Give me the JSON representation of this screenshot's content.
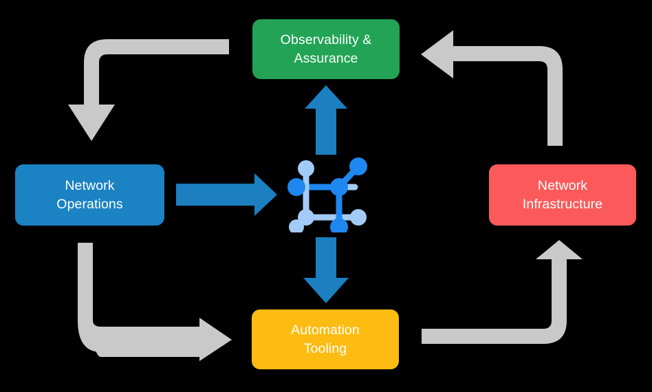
{
  "diagram": {
    "title": "Network automation lifecycle cycle diagram",
    "background_color": "#000000",
    "nodes": [
      {
        "id": "observability",
        "label": "Observability &\nAssurance",
        "color": "#22A355",
        "text_color": "#FFFFFF",
        "position": "top"
      },
      {
        "id": "network-operations",
        "label": "Network\nOperations",
        "color": "#1B82C4",
        "text_color": "#FFFFFF",
        "position": "left"
      },
      {
        "id": "network-infrastructure",
        "label": "Network\nInfrastructure",
        "color": "#FC5A5A",
        "text_color": "#FFFFFF",
        "position": "right"
      },
      {
        "id": "automation-tooling",
        "label": "Automation\nTooling",
        "color": "#FDBC11",
        "text_color": "#FFFFFF",
        "position": "bottom"
      }
    ],
    "center_icon": {
      "name": "network-topology-icon",
      "dark_color": "#1E88F0",
      "light_color": "#A3CBF7"
    },
    "arrows": [
      {
        "id": "arrow-operations-to-center",
        "direction": "right",
        "color": "#1B82C4",
        "style": "straight",
        "from": "network-operations",
        "to": "center-icon"
      },
      {
        "id": "arrow-center-to-observability",
        "direction": "up",
        "color": "#1B82C4",
        "style": "straight",
        "from": "center-icon",
        "to": "observability"
      },
      {
        "id": "arrow-center-to-automation",
        "direction": "down",
        "color": "#1B82C4",
        "style": "straight",
        "from": "center-icon",
        "to": "automation-tooling"
      },
      {
        "id": "arrow-observability-to-operations",
        "direction": "down-left",
        "color": "#C9C9C9",
        "style": "elbow",
        "from": "observability",
        "to": "network-operations"
      },
      {
        "id": "arrow-infrastructure-to-observability",
        "direction": "up-left",
        "color": "#C9C9C9",
        "style": "elbow",
        "from": "network-infrastructure",
        "to": "observability"
      },
      {
        "id": "arrow-operations-to-automation",
        "direction": "down-right",
        "color": "#C9C9C9",
        "style": "elbow",
        "from": "network-operations",
        "to": "automation-tooling"
      },
      {
        "id": "arrow-automation-to-infrastructure",
        "direction": "up-right",
        "color": "#C9C9C9",
        "style": "elbow",
        "from": "automation-tooling",
        "to": "network-infrastructure"
      }
    ]
  }
}
